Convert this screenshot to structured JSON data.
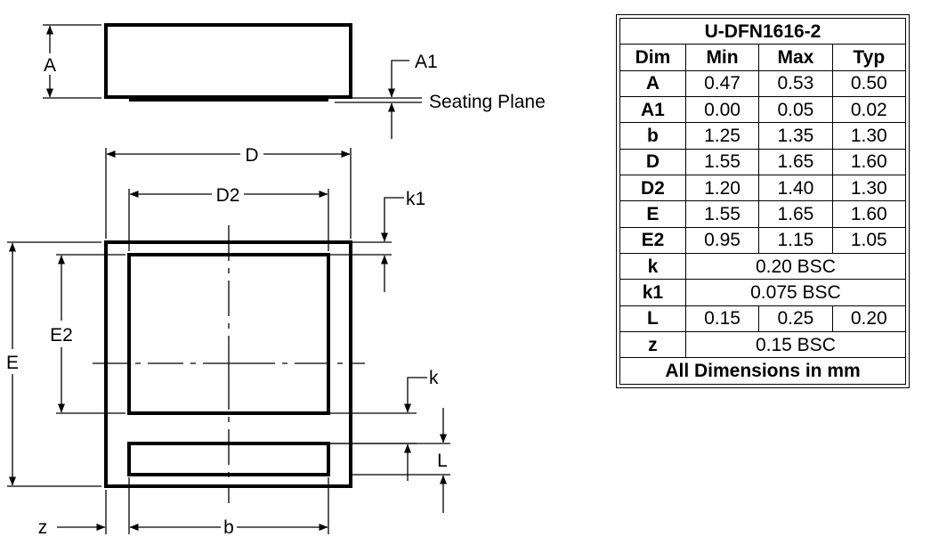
{
  "drawing": {
    "labels": {
      "A": "A",
      "A1": "A1",
      "seating_plane": "Seating Plane",
      "D": "D",
      "D2": "D2",
      "k1": "k1",
      "E": "E",
      "E2": "E2",
      "k": "k",
      "L": "L",
      "z": "z",
      "b": "b"
    }
  },
  "table": {
    "title": "U-DFN1616-2",
    "headers": [
      "Dim",
      "Min",
      "Max",
      "Typ"
    ],
    "rows": [
      {
        "dim": "A",
        "min": "0.47",
        "max": "0.53",
        "typ": "0.50"
      },
      {
        "dim": "A1",
        "min": "0.00",
        "max": "0.05",
        "typ": "0.02"
      },
      {
        "dim": "b",
        "min": "1.25",
        "max": "1.35",
        "typ": "1.30"
      },
      {
        "dim": "D",
        "min": "1.55",
        "max": "1.65",
        "typ": "1.60"
      },
      {
        "dim": "D2",
        "min": "1.20",
        "max": "1.40",
        "typ": "1.30"
      },
      {
        "dim": "E",
        "min": "1.55",
        "max": "1.65",
        "typ": "1.60"
      },
      {
        "dim": "E2",
        "min": "0.95",
        "max": "1.15",
        "typ": "1.05"
      },
      {
        "dim": "k",
        "span": "0.20 BSC"
      },
      {
        "dim": "k1",
        "span": "0.075 BSC"
      },
      {
        "dim": "L",
        "min": "0.15",
        "max": "0.25",
        "typ": "0.20"
      },
      {
        "dim": "z",
        "span": "0.15 BSC"
      }
    ],
    "footer": "All Dimensions in mm"
  }
}
